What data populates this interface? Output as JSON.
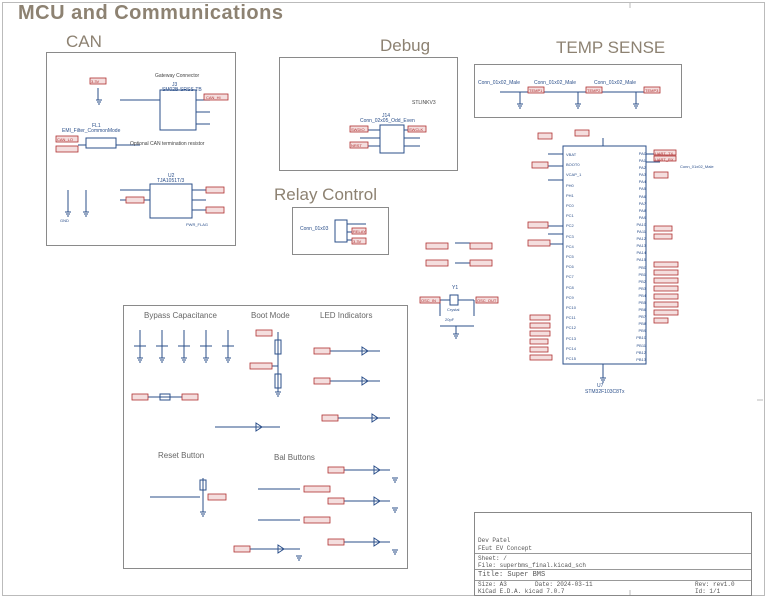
{
  "sheet": {
    "title": "MCU and Communications"
  },
  "sections": {
    "can": "CAN",
    "debug": "Debug",
    "temp_sense": "TEMP SENSE",
    "relay_control": "Relay Control",
    "bypass_capacitance": "Bypass Capacitance",
    "boot_mode": "Boot Mode",
    "led_indicators": "LED Indicators",
    "reset_button": "Reset Button",
    "bal_buttons": "Bal Buttons"
  },
  "can_block": {
    "connector_label": "Gateway Connector",
    "termination_label": "Optional CAN termination resistor",
    "ic_ref": "J3",
    "ic_part": "SM02B-SRSS-TB",
    "filter_ref": "FL1",
    "filter_part": "EMI_Filter_CommonMode",
    "transceiver_ref": "U2",
    "transceiver_part": "TJA1051T/3",
    "net_3v3": "3.3V",
    "net_gnd": "GND",
    "net_can_hi": "CAN_HI",
    "net_can_lo": "CAN_LO",
    "net_pwr_flag": "PWR_FLAG"
  },
  "debug_block": {
    "ref": "J14",
    "part": "Conn_02x05_Odd_Even",
    "label": "STLINKV3",
    "net_swdio": "SWDIO",
    "net_swclk": "SWCLK",
    "net_nrst": "NRST"
  },
  "temp_block": {
    "conn_1": "Conn_01x02_Male",
    "conn_2": "Conn_01x02_Male",
    "conn_3": "Conn_01x02_Male",
    "net_temp1": "TEMP1",
    "net_temp2": "TEMP2",
    "net_temp3": "TEMP3"
  },
  "relay_block": {
    "conn": "Conn_01x03",
    "net_relay": "RELAY",
    "net_3v3": "3.3V"
  },
  "mcu": {
    "ref": "U7",
    "part": "STM32F103C8Tx",
    "left_pins": [
      "VBAT",
      "BOOT0",
      "VCAP_1",
      "PH0",
      "PH1",
      "PC0",
      "PC1",
      "PC2",
      "PC3",
      "PC4",
      "PC5",
      "PC6",
      "PC7",
      "PC8",
      "PC9",
      "PC10",
      "PC11",
      "PC12",
      "PC13",
      "PC14",
      "PC15"
    ],
    "right_pins": [
      "PA0",
      "PA1",
      "PA2",
      "PA3",
      "PA4",
      "PA5",
      "PA6",
      "PA7",
      "PA8",
      "PA9",
      "PA10",
      "PA11",
      "PA12",
      "PA13",
      "PA14",
      "PA15",
      "PB0",
      "PB1",
      "PB2",
      "PB3",
      "PB4",
      "PB5",
      "PB6",
      "PB7",
      "PB8",
      "PB9",
      "PB10",
      "PB11",
      "PB12",
      "PB13"
    ],
    "net_uart_tx": "UART_TX",
    "net_uart_rx": "UART_RX",
    "conn_uart": "Conn_01x02_Male"
  },
  "crystal": {
    "ref": "Y1",
    "part": "Crystal",
    "net_osc_in": "OSC_IN",
    "net_osc_out": "OSC_OUT",
    "cap_value": "20pF"
  },
  "title_block": {
    "author": "Dev Patel",
    "project": "FEut EV Concept",
    "sheet": "Sheet: /",
    "file": "File: superbms_final.kicad_sch",
    "title": "Title: Super BMS",
    "size": "Size: A3",
    "date": "Date: 2024-03-11",
    "kicad": "KiCad E.D.A.  kicad 7.0.7",
    "rev": "Rev: rev1.0",
    "id": "Id: 1/1"
  }
}
